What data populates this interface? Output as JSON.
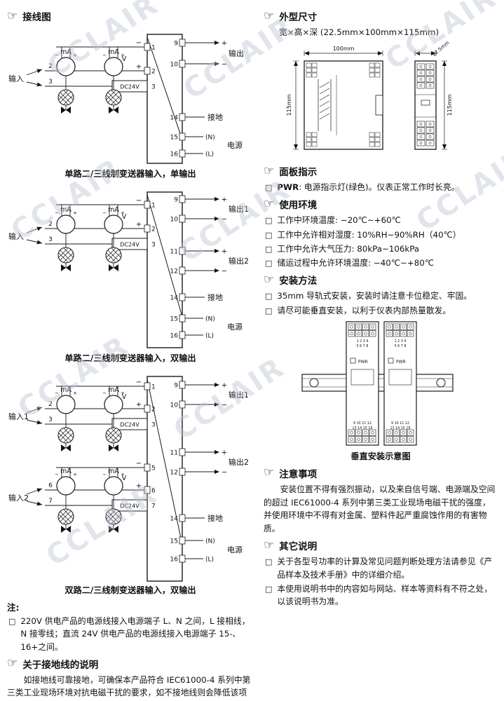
{
  "sym": {
    "hand": "☞",
    "bullet": "□"
  },
  "watermark": {
    "text": "CCLAIR"
  },
  "left": {
    "wiring": {
      "title": "接线图",
      "diagrams": [
        {
          "caption": "单路二/三线制变送器输入，单输出",
          "inputs": [
            {
              "label": "输入",
              "m1": "mA",
              "m2a": "mA",
              "m2b": "V",
              "minus": "−",
              "plus": "+",
              "dc": "DC24V",
              "wires": [
                "2",
                "3"
              ],
              "terminals": [
                "1",
                "2",
                "3"
              ]
            }
          ],
          "outputs": [
            {
              "label": "输出",
              "plus": "+",
              "minus": "−",
              "terminals": [
                "9",
                "10"
              ]
            }
          ],
          "ground": {
            "terminal": "14",
            "label": "接地"
          },
          "power": {
            "label": "电源",
            "n": "(N)",
            "l": "(L)",
            "terminals": [
              "15",
              "16"
            ]
          }
        },
        {
          "caption": "单路二/三线制变送器输入，双输出",
          "inputs": [
            {
              "label": "输入",
              "m1": "mA",
              "m2a": "mA",
              "m2b": "V",
              "minus": "−",
              "plus": "+",
              "dc": "DC24V",
              "wires": [
                "2",
                "3"
              ],
              "terminals": [
                "1",
                "2",
                "3"
              ]
            }
          ],
          "outputs": [
            {
              "label": "输出1",
              "plus": "+",
              "minus": "−",
              "terminals": [
                "9",
                "10"
              ]
            },
            {
              "label": "输出2",
              "plus": "+",
              "minus": "−",
              "terminals": [
                "11",
                "12"
              ]
            }
          ],
          "ground": {
            "terminal": "14",
            "label": "接地"
          },
          "power": {
            "label": "电源",
            "n": "(N)",
            "l": "(L)",
            "terminals": [
              "15",
              "16"
            ]
          }
        },
        {
          "caption": "双路二/三线制变送器输入，双输出",
          "inputs": [
            {
              "label": "输入1",
              "m1": "mA",
              "m2a": "mA",
              "m2b": "V",
              "minus": "−",
              "plus": "+",
              "dc": "DC24V",
              "wires": [
                "2",
                "3"
              ],
              "terminals": [
                "1",
                "2",
                "3"
              ]
            },
            {
              "label": "输入2",
              "m1": "mA",
              "m2a": "mA",
              "m2b": "V",
              "minus": "−",
              "plus": "+",
              "dc": "DC24V",
              "wires": [
                "6",
                "7"
              ],
              "terminals": [
                "5",
                "6",
                "7"
              ]
            }
          ],
          "outputs": [
            {
              "label": "输出1",
              "plus": "+",
              "minus": "−",
              "terminals": [
                "9",
                "10"
              ]
            },
            {
              "label": "输出2",
              "plus": "+",
              "minus": "−",
              "terminals": [
                "11",
                "12"
              ]
            }
          ],
          "ground": {
            "terminal": "14",
            "label": "接地"
          },
          "power": {
            "label": "电源",
            "n": "(N)",
            "l": "(L)",
            "terminals": [
              "15",
              "16"
            ]
          }
        }
      ]
    },
    "notes": {
      "title": "注:",
      "items": [
        "220V 供电产品的电源线接入电源端子 L、N 之间，L 接相线，N 接零线；直流 24V 供电产品的电源线接入电源端子 15-、16+之间。"
      ]
    },
    "grounding": {
      "title": "关于接地线的说明",
      "body": "如接地线可靠接地，可确保本产品符合 IEC61000-4 系列中第三类工业现场环境对抗电磁干扰的要求，如不接地线则会降低该项指标，但仍然可保证符合第二类以下的工业现场环境的应用，这已适用于绝大部分的工业现场。"
    }
  },
  "right": {
    "dimensions": {
      "title": "外型尺寸",
      "subtitle": "宽×高×深 (22.5mm×100mm×115mm)",
      "labels": {
        "width": "100mm",
        "height": "115mm",
        "depth": "22.5mm",
        "height2": "115mm"
      }
    },
    "panel": {
      "title": "面板指示",
      "key": "PWR",
      "desc": ": 电源指示灯(绿色)。仪表正常工作时长亮。"
    },
    "environment": {
      "title": "使用环境",
      "items": [
        "工作中环境温度: −20℃~+60℃",
        "工作中允许相对湿度: 10%RH~90%RH（40℃）",
        "工作中允许大气压力: 80kPa~106kPa",
        "储运过程中允许环境温度: −40℃~+80℃"
      ]
    },
    "installation": {
      "title": "安装方法",
      "items": [
        "35mm 导轨式安装，安装时请注意卡位稳定、牢固。",
        "请尽可能垂直安装，以利于仪表内部热量散发。"
      ],
      "figure": {
        "pwr": "PWR",
        "top_nums1": "1 2 3 4",
        "top_nums2": "5 6 7 8",
        "bot_nums1": "9 10 11 12",
        "bot_nums2": "13 14 15 16",
        "caption": "垂直安装示意图"
      }
    },
    "precautions": {
      "title": "注意事项",
      "body": "安装位置不得有强烈振动，以及来自信号端、电源端及空间的超过 IEC61000-4 系列中第三类工业现场电磁干扰的强度，并使用环境中不得有对金属、塑料件起严重腐蚀作用的有害物质。"
    },
    "other": {
      "title": "其它说明",
      "items": [
        "关于各型号功率的计算及常见问题判断处理方法请参见《产品样本及技术手册》中的详细介绍。",
        "本使用说明书中的内容如与网站、样本等资料有不符之处，以该说明书为准。"
      ]
    }
  }
}
